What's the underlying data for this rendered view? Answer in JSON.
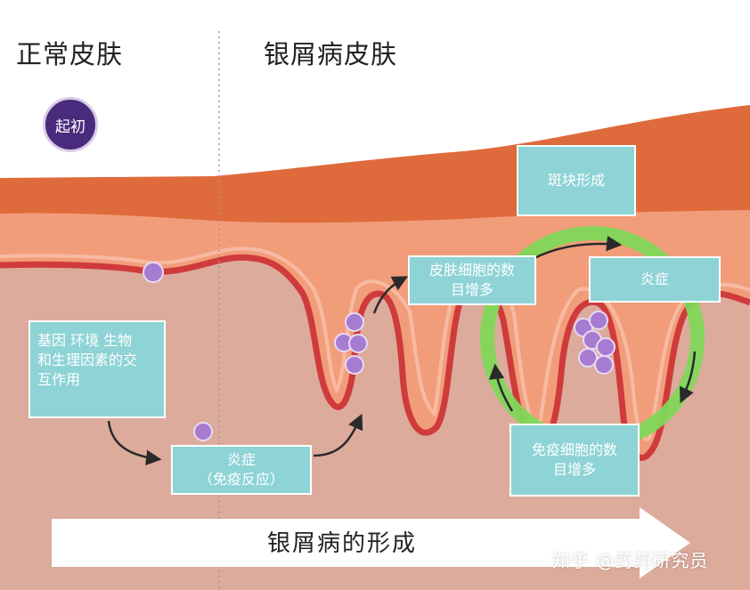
{
  "headings": {
    "normal_skin": "正常皮肤",
    "psoriasis_skin": "银屑病皮肤"
  },
  "badge": {
    "label": "起初"
  },
  "boxes": {
    "factors": {
      "line1": "基因 环境 生物",
      "line2": "和生理因素的交",
      "line3": "互作用"
    },
    "inflammation_immune": {
      "line1": "炎症",
      "line2": "（免疫反应）"
    },
    "skin_cells": {
      "line1": "皮肤细胞的数",
      "line2": "目增多"
    },
    "plaque": {
      "label": "斑块形成"
    },
    "inflammation": {
      "label": "炎症"
    },
    "immune_cells": {
      "line1": "免疫细胞的数",
      "line2": "目增多"
    }
  },
  "footer": {
    "label": "银屑病的形成"
  },
  "watermark": {
    "text": "知乎 @药药研究员"
  },
  "colors": {
    "skin_top": "#e06a3a",
    "skin_mid": "#f19a78",
    "dermis": "#dca89a",
    "membrane": "#cf3b3b",
    "cycle_ring": "#7fd75a",
    "box_fill": "#8ed3d6",
    "cell": "#a77bd0",
    "badge": "#4a2a7c"
  }
}
